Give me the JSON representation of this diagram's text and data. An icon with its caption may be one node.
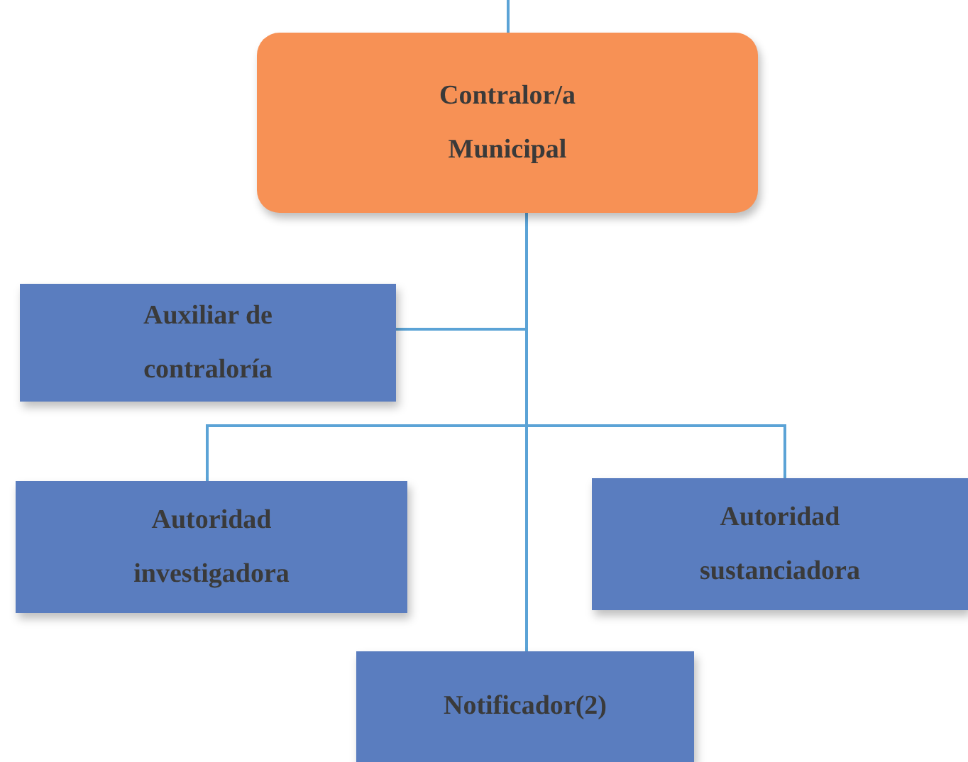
{
  "diagram": {
    "nodes": [
      {
        "text": [
          "Contralor/a Municipal"
        ]
      },
      {
        "text": [
          "Auxiliar de contraloría"
        ]
      },
      {
        "text": [
          "Autoridad investigadora"
        ]
      },
      {
        "text": [
          "Autoridad sustanciadora"
        ]
      },
      {
        "text": [
          "Notificador(2)"
        ]
      }
    ],
    "edges": [
      {
        "from": null,
        "to": 0,
        "arrow": "none"
      },
      {
        "from": 0,
        "to": 1,
        "arrow": "none"
      },
      {
        "from": 0,
        "to": 2,
        "arrow": "none"
      },
      {
        "from": 0,
        "to": 3,
        "arrow": "none"
      },
      {
        "from": 0,
        "to": 4,
        "arrow": "none"
      }
    ]
  }
}
